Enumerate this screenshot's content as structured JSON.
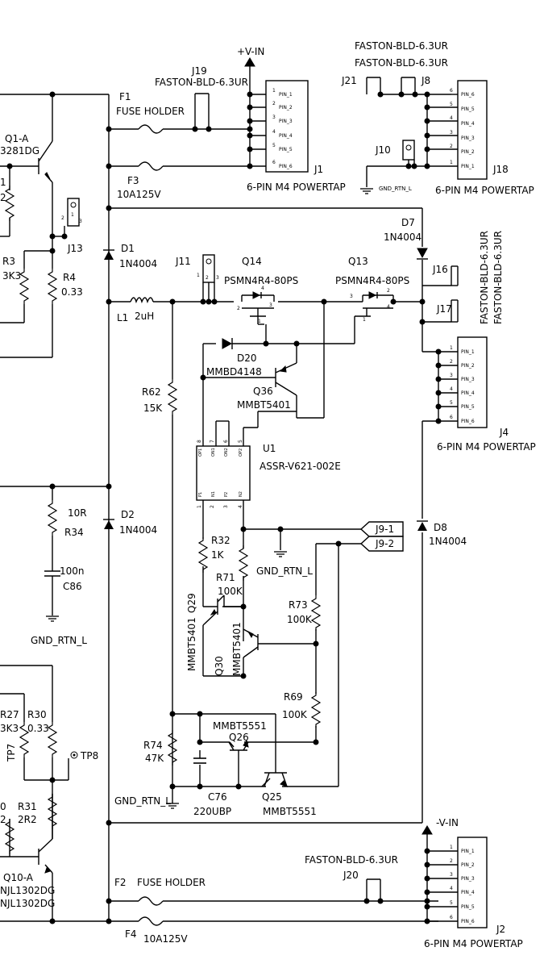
{
  "components": {
    "j1": {
      "ref": "J1",
      "desc": "6-PIN M4 POWERTAP",
      "net": "+V-IN",
      "pins": [
        "PIN_1",
        "PIN_2",
        "PIN_3",
        "PIN_4",
        "PIN_5",
        "PIN_6"
      ],
      "pin_numbers": [
        "1",
        "2",
        "3",
        "4",
        "5",
        "6"
      ]
    },
    "j18": {
      "ref": "J18",
      "desc": "6-PIN M4 POWERTAP",
      "pins": [
        "PIN_6",
        "PIN_5",
        "PIN_4",
        "PIN_3",
        "PIN_2",
        "PIN_1"
      ],
      "pin_numbers": [
        "6",
        "5",
        "4",
        "3",
        "2",
        "1"
      ]
    },
    "j4": {
      "ref": "J4",
      "desc": "6-PIN M4 POWERTAP",
      "pins": [
        "PIN_1",
        "PIN_2",
        "PIN_3",
        "PIN_4",
        "PIN_5",
        "PIN_6"
      ],
      "pin_numbers": [
        "1",
        "2",
        "3",
        "4",
        "5",
        "6"
      ]
    },
    "j2": {
      "ref": "J2",
      "desc": "6-PIN M4 POWERTAP",
      "net": "-V-IN",
      "pins": [
        "PIN_1",
        "PIN_2",
        "PIN_3",
        "PIN_4",
        "PIN_5",
        "PIN_6"
      ],
      "pin_numbers": [
        "1",
        "2",
        "3",
        "4",
        "5",
        "6"
      ]
    },
    "j19": {
      "ref": "J19",
      "value": "FASTON-BLD-6.3UR"
    },
    "j21": {
      "ref": "J21"
    },
    "j8": {
      "ref": "J8"
    },
    "j8_21_value_a": "FASTON-BLD-6.3UR",
    "j8_21_value_b": "FASTON-BLD-6.3UR",
    "j10": {
      "ref": "J10",
      "net": "GND_RTN_L"
    },
    "j13": {
      "ref": "J13",
      "pins": [
        "2",
        "1",
        "3"
      ]
    },
    "j11": {
      "ref": "J11",
      "pins": [
        "1",
        "2",
        "3"
      ]
    },
    "j16": {
      "ref": "J16"
    },
    "j17": {
      "ref": "J17"
    },
    "j16_17_value_a": "FASTON-BLD-6.3UR",
    "j16_17_value_b": "FASTON-BLD-6.3UR",
    "j20": {
      "ref": "J20",
      "value": "FASTON-BLD-6.3UR"
    },
    "f1": {
      "ref": "F1",
      "value": "FUSE HOLDER"
    },
    "f3": {
      "ref": "F3",
      "value": "10A125V"
    },
    "f2": {
      "ref": "F2",
      "value": "FUSE HOLDER"
    },
    "f4": {
      "ref": "F4",
      "value": "10A125V"
    },
    "q1": {
      "ref": "Q1-A",
      "value": "3281DG"
    },
    "r_partial_1": "1",
    "r_partial_2": "2",
    "r3": {
      "ref": "R3",
      "value": "3K3"
    },
    "r4": {
      "ref": "R4",
      "value": "0.33"
    },
    "d1": {
      "ref": "D1",
      "value": "1N4004"
    },
    "d2": {
      "ref": "D2",
      "value": "1N4004"
    },
    "d7": {
      "ref": "D7",
      "value": "1N4004"
    },
    "d8": {
      "ref": "D8",
      "value": "1N4004"
    },
    "l1": {
      "ref": "L1",
      "value": "2uH"
    },
    "q14": {
      "ref": "Q14",
      "value": "PSMN4R4-80PS",
      "pins": [
        "4",
        "2",
        "1",
        "3"
      ]
    },
    "q13": {
      "ref": "Q13",
      "value": "PSMN4R4-80PS",
      "pins": [
        "3",
        "1",
        "2",
        "4"
      ]
    },
    "d20": {
      "ref": "D20",
      "value": "MMBD4148"
    },
    "q36": {
      "ref": "Q36",
      "value": "MMBT5401"
    },
    "r62": {
      "ref": "R62",
      "value": "15K"
    },
    "u1": {
      "ref": "U1",
      "value": "ASSR-V621-002E",
      "top_pins": [
        "OP1",
        "ON1",
        "ON2",
        "OP2"
      ],
      "top_nums": [
        "8",
        "7",
        "6",
        "5"
      ],
      "bot_pins": [
        "P1",
        "N1",
        "P2",
        "N2"
      ],
      "bot_nums": [
        "1",
        "2",
        "3",
        "4"
      ]
    },
    "j9_1": "J9-1",
    "j9_2": "J9-2",
    "gnd_rtn_l": "GND_RTN_L",
    "r34": {
      "ref": "R34",
      "value": "10R"
    },
    "c86": {
      "ref": "C86",
      "value": "100n"
    },
    "r32": {
      "ref": "R32",
      "value": "1K"
    },
    "r71": {
      "ref": "R71",
      "value": "100K"
    },
    "r73": {
      "ref": "R73",
      "value": "100K"
    },
    "q29": {
      "ref": "Q29",
      "value": "MMBT5401"
    },
    "q30": {
      "ref": "Q30",
      "value": "MMBT5401"
    },
    "r69": {
      "ref": "R69",
      "value": "100K"
    },
    "r27": {
      "ref": "R27",
      "value": "3K3"
    },
    "r30": {
      "ref": "R30",
      "value": "0.33"
    },
    "tp7": "TP7",
    "tp8": "TP8",
    "r74": {
      "ref": "R74",
      "value": "47K"
    },
    "q26": {
      "ref": "Q26",
      "value": "MMBT5551"
    },
    "q25": {
      "ref": "Q25",
      "value": "MMBT5551"
    },
    "c76": {
      "ref": "C76",
      "value": "220UBP"
    },
    "r_partial_0": "0",
    "r31": {
      "ref": "R31",
      "value": "2R2"
    },
    "r_partial_2b": "2",
    "q10": {
      "ref": "Q10-A",
      "value": "NJL1302DG",
      "value2": "NJL1302DG"
    }
  }
}
